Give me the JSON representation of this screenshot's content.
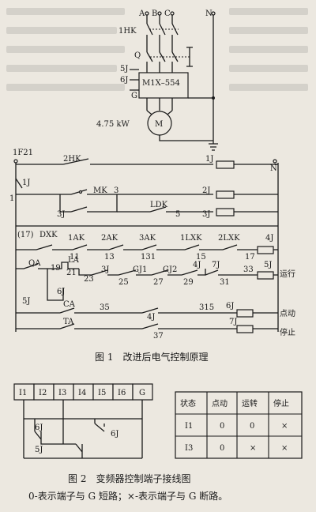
{
  "power_circuit": {
    "phases": [
      "A",
      "B",
      "C"
    ],
    "neutral": "N",
    "breaker": "1HK",
    "contactor": "Q",
    "relay_5": "5J",
    "relay_6": "6J",
    "inverter": "M1X–554",
    "ground_terminal": "G",
    "motor_power": "4.75 kW",
    "motor": "M"
  },
  "control_circuit": {
    "top_label": "1F21",
    "neutral": "N",
    "main_switch": "2HK",
    "coil_1j": "1J",
    "contact_1j": "1J",
    "node_1": "1",
    "mk": "MK",
    "node_3": "3",
    "coil_2j": "2J",
    "contact_3j": "3J",
    "ldk": "LDK",
    "node_5": "5",
    "coil_3j": "3J",
    "node_17_paren": "(17)",
    "dxk": "DXK",
    "ak1": "1AK",
    "n11": "11",
    "ak2": "2AK",
    "n13": "13",
    "ak3": "3AK",
    "n131": "131",
    "lxk1": "1LXK",
    "n15": "15",
    "lxk2": "2LXK",
    "n17": "17",
    "coil_4j": "4J",
    "qa": "QA",
    "n19": "19",
    "la": "LA",
    "n21": "21",
    "n23": "23",
    "c3j": "3J",
    "n25": "25",
    "gj1": "GJ1",
    "n27": "27",
    "gj2": "GJ2",
    "n29": "29",
    "c4j": "4J",
    "c7j": "7J",
    "n31": "31",
    "n33": "33",
    "coil_5j": "5J",
    "run_label": "运行",
    "c5j": "5J",
    "c6j": "6J",
    "ca": "CA",
    "n35": "35",
    "n315": "315",
    "coil_6j": "6J",
    "jog_label": "点动",
    "ta": "TA",
    "c4j_b": "4J",
    "n37": "37",
    "coil_7j": "7J",
    "stop_label": "停止"
  },
  "fig1_caption": "图 1　改进后电气控制原理",
  "terminals": {
    "labels": [
      "I1",
      "I2",
      "I3",
      "I4",
      "I5",
      "I6",
      "G"
    ],
    "relay_upper": "6J",
    "relay_mid": "6J",
    "relay_lower": "5J"
  },
  "state_table": {
    "headers": [
      "状态",
      "点动",
      "运转",
      "停止"
    ],
    "rows": [
      [
        "I1",
        "0",
        "0",
        "×"
      ],
      [
        "I3",
        "0",
        "×",
        "×"
      ]
    ]
  },
  "fig2_caption": "图 2　变频器控制端子接线图",
  "fig2_note": "0-表示端子与 G 短路；×-表示端子与 G 断路。"
}
